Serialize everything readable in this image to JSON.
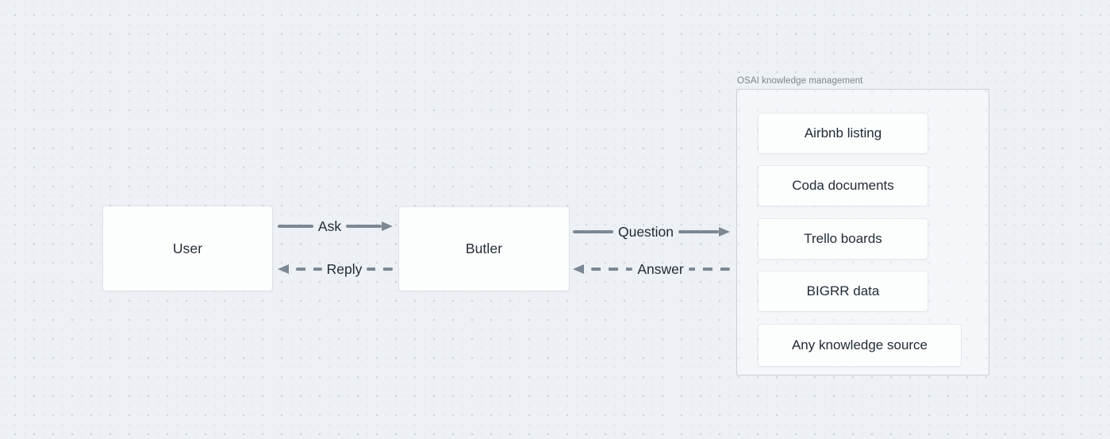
{
  "canvas": {
    "background_color": "#edf0f4",
    "dot_grid_color": "#c7cdd4"
  },
  "colors": {
    "arrow": "#7c8894",
    "node_fill": "#fcfdfd",
    "node_text": "#222c36",
    "frame_border": "#c9d0d6",
    "frame_title_text": "#7e868e"
  },
  "nodes": {
    "user": {
      "label": "User"
    },
    "butler": {
      "label": "Butler"
    }
  },
  "connectors": {
    "ask": {
      "label": "Ask",
      "style": "solid",
      "direction": "right",
      "from": "User",
      "to": "Butler"
    },
    "reply": {
      "label": "Reply",
      "style": "dashed",
      "direction": "left",
      "from": "Butler",
      "to": "User"
    },
    "question": {
      "label": "Question",
      "style": "solid",
      "direction": "right",
      "from": "Butler",
      "to": "OSAI knowledge management"
    },
    "answer": {
      "label": "Answer",
      "style": "dashed",
      "direction": "left",
      "from": "OSAI knowledge management",
      "to": "Butler"
    }
  },
  "frame": {
    "title": "OSAI knowledge management",
    "items": [
      {
        "label": "Airbnb listing"
      },
      {
        "label": "Coda documents"
      },
      {
        "label": "Trello boards"
      },
      {
        "label": "BIGRR data"
      },
      {
        "label": "Any knowledge source"
      }
    ]
  }
}
